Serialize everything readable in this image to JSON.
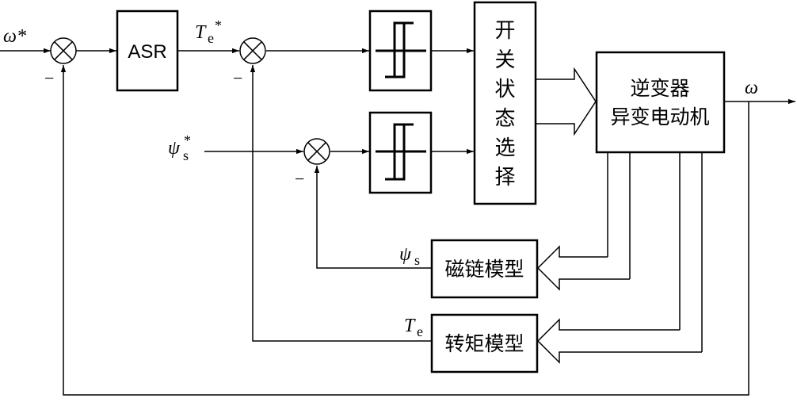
{
  "signals": {
    "omega_ref": "ω*",
    "te_ref_base": "T",
    "te_ref_sub": "e",
    "te_ref_sup": "*",
    "psi_ref_base": "ψ",
    "psi_ref_sub": "s",
    "psi_ref_sup": "*",
    "omega_out": "ω",
    "psi_fb_base": "ψ",
    "psi_fb_sub": "s",
    "te_fb_base": "T",
    "te_fb_sub": "e",
    "minus": "−"
  },
  "blocks": {
    "asr": "ASR",
    "switch_select": [
      "开",
      "关",
      "状",
      "态",
      "选",
      "择"
    ],
    "inverter_motor_line1": "逆变器",
    "inverter_motor_line2": "异变电动机",
    "flux_model": "磁链模型",
    "torque_model": "转矩模型"
  }
}
